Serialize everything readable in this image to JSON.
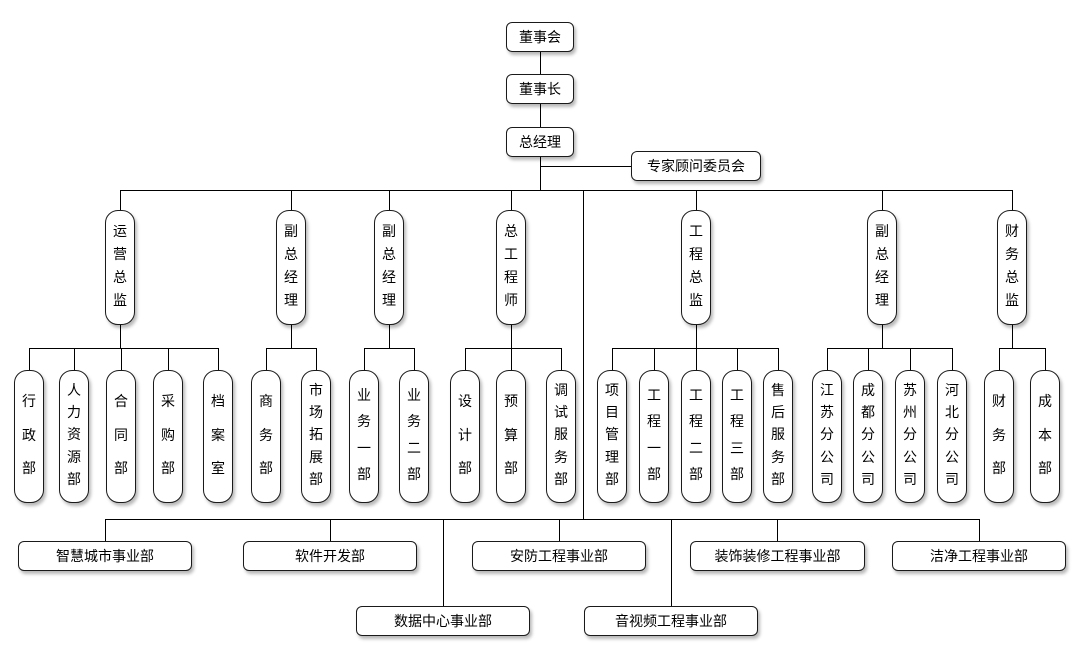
{
  "org": {
    "board": "董事会",
    "chairman": "董事长",
    "general_manager": "总经理",
    "advisory_committee": "专家顾问委员会",
    "managers": [
      {
        "label": "运营总监",
        "children": [
          "行政部",
          "人力资源部",
          "合同部",
          "采购部",
          "档案室"
        ]
      },
      {
        "label": "副总经理",
        "children": [
          "商务部",
          "市场拓展部"
        ]
      },
      {
        "label": "副总经理",
        "children": [
          "业务一部",
          "业务二部"
        ]
      },
      {
        "label": "总工程师",
        "children": [
          "设计部",
          "预算部",
          "调试服务部"
        ]
      },
      {
        "label": "工程总监",
        "children": [
          "项目管理部",
          "工程一部",
          "工程二部",
          "工程三部",
          "售后服务部"
        ]
      },
      {
        "label": "副总经理",
        "children": [
          "江苏分公司",
          "成都分公司",
          "苏州分公司",
          "河北分公司"
        ]
      },
      {
        "label": "财务总监",
        "children": [
          "财务部",
          "成本部"
        ]
      }
    ],
    "business_units": [
      "智慧城市事业部",
      "软件开发部",
      "数据中心事业部",
      "安防工程事业部",
      "音视频工程事业部",
      "装饰装修工程事业部",
      "洁净工程事业部"
    ]
  }
}
